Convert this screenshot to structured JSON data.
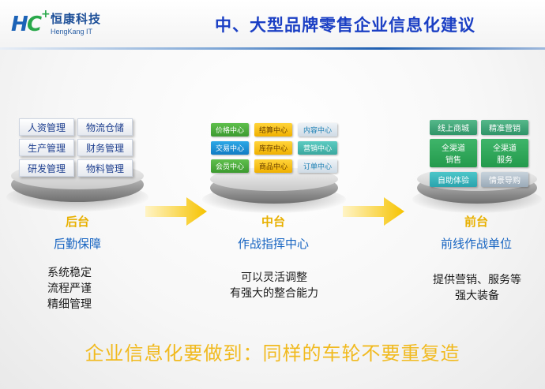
{
  "header": {
    "logo_cn": "恒康科技",
    "logo_en": "HengKang IT",
    "title": "中、大型品牌零售企业信息化建议"
  },
  "colors": {
    "title": "#1b3fc4",
    "accent_yellow": "#e8b000",
    "label_blue": "#1563c1",
    "bottom_text": "#f1ba1f"
  },
  "back": {
    "tiles": [
      "人资管理",
      "物流仓储",
      "生产管理",
      "财务管理",
      "研发管理",
      "物料管理"
    ],
    "label": "后台",
    "sublabel": "后勤保障",
    "desc": [
      "系统稳定",
      "流程严谨",
      "精细管理"
    ]
  },
  "middle": {
    "tiles": [
      "价格中心",
      "结算中心",
      "内容中心",
      "交易中心",
      "库存中心",
      "营销中心",
      "会员中心",
      "商品中心",
      "订单中心"
    ],
    "label": "中台",
    "sublabel": "作战指挥中心",
    "desc": [
      "可以灵活调整",
      "有强大的整合能力"
    ]
  },
  "front": {
    "tiles": [
      "线上商城",
      "精准营销",
      "全渠道销售",
      "全渠道服务",
      "自助体验",
      "情景导购"
    ],
    "label": "前台",
    "sublabel": "前线作战单位",
    "desc": [
      "提供营销、服务等",
      "强大装备"
    ]
  },
  "bottom_text": "企业信息化要做到：同样的车轮不要重复造"
}
